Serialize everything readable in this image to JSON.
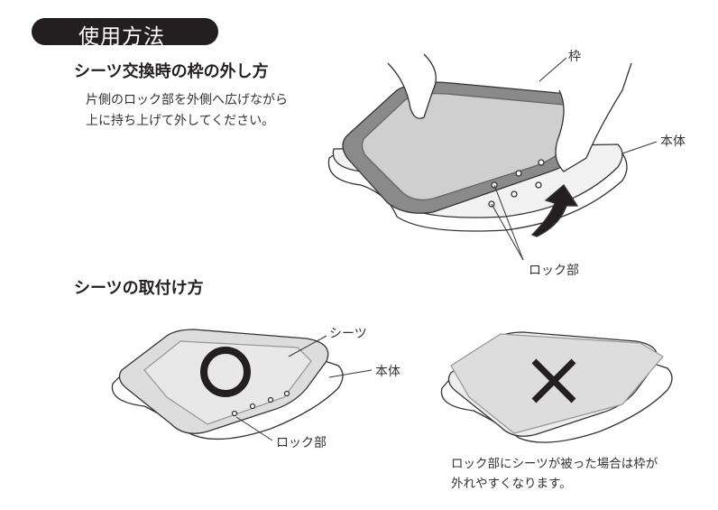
{
  "header": {
    "title": "使用方法"
  },
  "section1": {
    "title": "シーツ交換時の枠の外し方",
    "lines": [
      "片側のロック部を外側へ広げながら",
      "上に持ち上げて外してください。"
    ],
    "labels": {
      "frame": "枠",
      "body": "本体",
      "lock": "ロック部"
    }
  },
  "section2": {
    "title": "シーツの取付け方",
    "labels": {
      "sheet": "シーツ",
      "body": "本体",
      "lock": "ロック部"
    },
    "correct_mark": "○",
    "wrong_mark": "×",
    "caption_lines": [
      "ロック部にシーツが被った場合は枠が",
      "外れやすくなります。"
    ]
  }
}
